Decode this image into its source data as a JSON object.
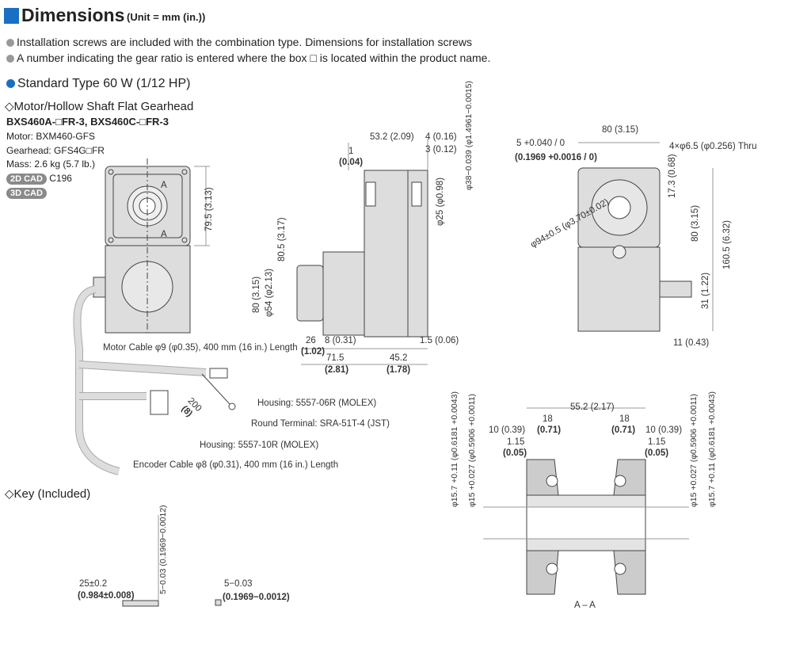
{
  "header": {
    "title": "Dimensions",
    "unit": "(Unit = mm (in.))",
    "accent": "#1a6fc4"
  },
  "notes": [
    "Installation screws are included with the combination type. Dimensions for installation screws",
    "A number indicating the gear ratio is entered where the box □ is located within the product name."
  ],
  "section": {
    "title": "Standard Type  60 W (1/12 HP)",
    "subtitle": "◇Motor/Hollow Shaft Flat Gearhead",
    "models": "BXS460A-□FR-3, BXS460C-□FR-3",
    "motor": "Motor: BXM460-GFS",
    "gearhead": "Gearhead: GFS4G□FR",
    "mass": "Mass: 2.6 kg (5.7 lb.)",
    "cad2d": "2D CAD",
    "cad2d_code": "C196",
    "cad3d": "3D CAD"
  },
  "front": {
    "dim_height": "79.5 (3.13)",
    "section_mark": "A"
  },
  "side": {
    "d1": "1",
    "d1in": "(0.04)",
    "d53": "53.2 (2.09)",
    "d4": "4 (0.16)",
    "d3": "3 (0.12)",
    "phi38": "φ38−0.039 (φ1.4961−0.0015)",
    "phi25": "φ25 (φ0.98)",
    "d805": "80.5 (3.17)",
    "d80": "80 (3.15)",
    "phi54": "φ54 (φ2.13)",
    "d26": "26",
    "d26in": "(1.02)",
    "d8": "8 (0.31)",
    "d715": "71.5",
    "d715in": "(2.81)",
    "d452": "45.2",
    "d452in": "(1.78)",
    "d15": "1.5 (0.06)"
  },
  "right": {
    "d80w": "80 (3.15)",
    "key5": "5 +0.040 / 0",
    "key5in": "(0.1969 +0.0016 / 0)",
    "holes": "4×φ6.5 (φ0.256) Thru",
    "d173": "17.3 (0.68)",
    "d80h": "80 (3.15)",
    "d1605": "160.5 (6.32)",
    "phi94": "φ94±0.5 (φ3.70±0.02)",
    "d31": "31 (1.22)",
    "d11": "11 (0.43)"
  },
  "cables": {
    "motor": "Motor Cable φ9 (φ0.35), 400 mm (16 in.) Length",
    "housing6": "Housing: 5557-06R (MOLEX)",
    "terminal": "Round Terminal: SRA-51T-4 (JST)",
    "housing10": "Housing: 5557-10R (MOLEX)",
    "encoder": "Encoder Cable φ8 (φ0.31), 400 mm (16 in.) Length",
    "d200": "200",
    "d200in": "(8)"
  },
  "key": {
    "title": "◇Key (Included)",
    "len": "25±0.2",
    "len_in": "(0.984±0.008)",
    "h": "5−0.03 (0.1969−0.0012)",
    "w": "5−0.03",
    "w_in": "(0.1969−0.0012)"
  },
  "section_aa": {
    "label": "A – A",
    "d552": "55.2 (2.17)",
    "d18": "18",
    "d18in": "(0.71)",
    "d10": "10 (0.39)",
    "d115": "1.15",
    "d115in": "(0.05)",
    "phi157": "φ15.7 +0.11 (φ0.6181 +0.0043)",
    "phi15": "φ15 +0.027 (φ0.5906 +0.0011)"
  }
}
